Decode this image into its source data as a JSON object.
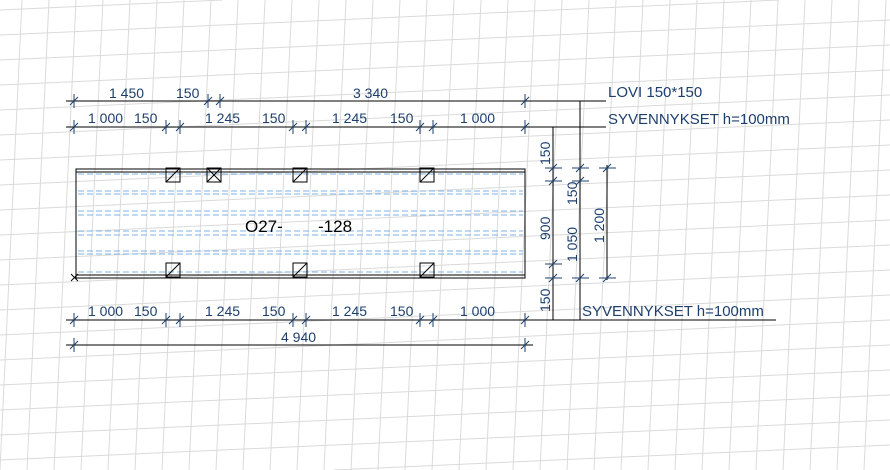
{
  "element_id_prefix": "O27-",
  "element_id_suffix": "-128",
  "top_dims": {
    "row1": [
      "1 450",
      "150",
      "3 340"
    ],
    "row2": [
      "1 000",
      "150",
      "1 245",
      "150",
      "1 245",
      "150",
      "1 000"
    ]
  },
  "bottom_dims": {
    "row1": [
      "1 000",
      "150",
      "1 245",
      "150",
      "1 245",
      "150",
      "1 000"
    ],
    "total": "4 940"
  },
  "side_dims": {
    "col1": [
      "150",
      "900",
      "150"
    ],
    "col2": [
      "150",
      "1 050"
    ],
    "col3": [
      "1 200"
    ]
  },
  "annotations": {
    "lovi": "LOVI 150*150",
    "syvennykset_top": "SYVENNYKSET h=100mm",
    "syvennykset_bottom": "SYVENNYKSET h=100mm"
  },
  "colors": {
    "dimension": "#1d3f6e",
    "grid": "#d8d8d8",
    "hidden_lines": "#7fb0e8"
  }
}
